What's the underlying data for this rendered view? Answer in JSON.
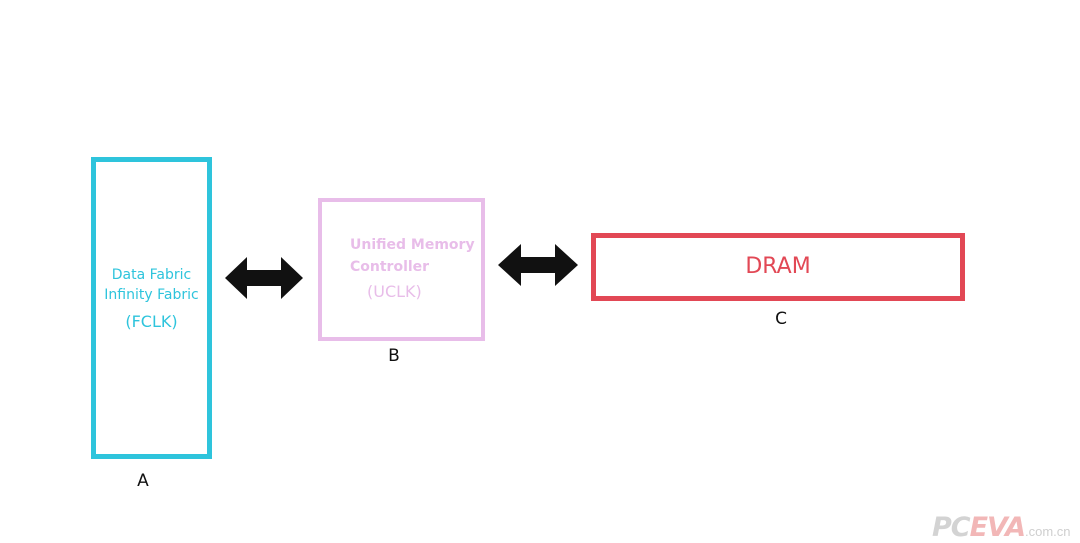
{
  "boxes": {
    "a": {
      "line1": "Data Fabric",
      "line2": "Infinity Fabric",
      "line3": "(FCLK)",
      "label": "A",
      "color": "#2ec4dc"
    },
    "b": {
      "line1": "Unified Memory",
      "line2": "Controller",
      "line3": "(UCLK)",
      "label": "B",
      "color": "#e8bde9"
    },
    "c": {
      "line1": "DRAM",
      "label": "C",
      "color": "#e24855"
    }
  },
  "arrows": [
    {
      "from": "a",
      "to": "b",
      "icon": "double-arrow-icon"
    },
    {
      "from": "b",
      "to": "c",
      "icon": "double-arrow-icon"
    }
  ],
  "watermark": {
    "brand_pc": "PC",
    "brand_eva": "EVA",
    "domain": ".com.cn"
  }
}
